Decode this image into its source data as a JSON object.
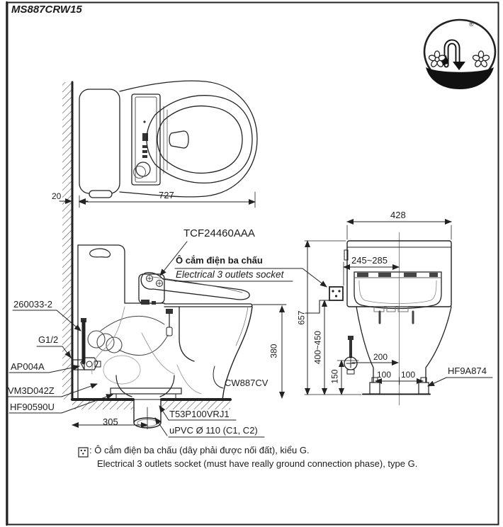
{
  "page": {
    "title": "MS887CRW15"
  },
  "logo": {
    "registered": "®"
  },
  "top_view": {
    "dim_gap_wall": "20",
    "dim_length": "727"
  },
  "side_view": {
    "seat_unit": "TCF24460AAA",
    "socket_note_vi": "Ô cắm điện ba chấu",
    "socket_note_en": "Electrical 3 outlets socket",
    "supply_pipe": "260033-2",
    "thread": "G1/2",
    "stop_valve": "AP004A",
    "connector": "VM3D042Z",
    "hose": "HF90590U",
    "bowl": "CW887CV",
    "dim_seat_height": "380",
    "dim_drain_setout": "305",
    "flange": "T53P100VRJ1",
    "drain_pipe": "uPVC Ø 110 (C1, C2)"
  },
  "rear_view": {
    "dim_width": "428",
    "dim_socket_offset": "245~285",
    "dim_height": "657",
    "dim_socket_height": "400~450",
    "dim_valve_height": "150",
    "dim_valve_offset": "200",
    "dim_bolt_left": "100",
    "dim_bolt_right": "100",
    "bolt_cap": "HF9A874"
  },
  "footnote": {
    "vi": ": Ô cắm điện ba chấu (dây phải được nối đất), kiểu G.",
    "en": "Electrical 3 outlets socket (must have really ground connection phase), type G."
  }
}
